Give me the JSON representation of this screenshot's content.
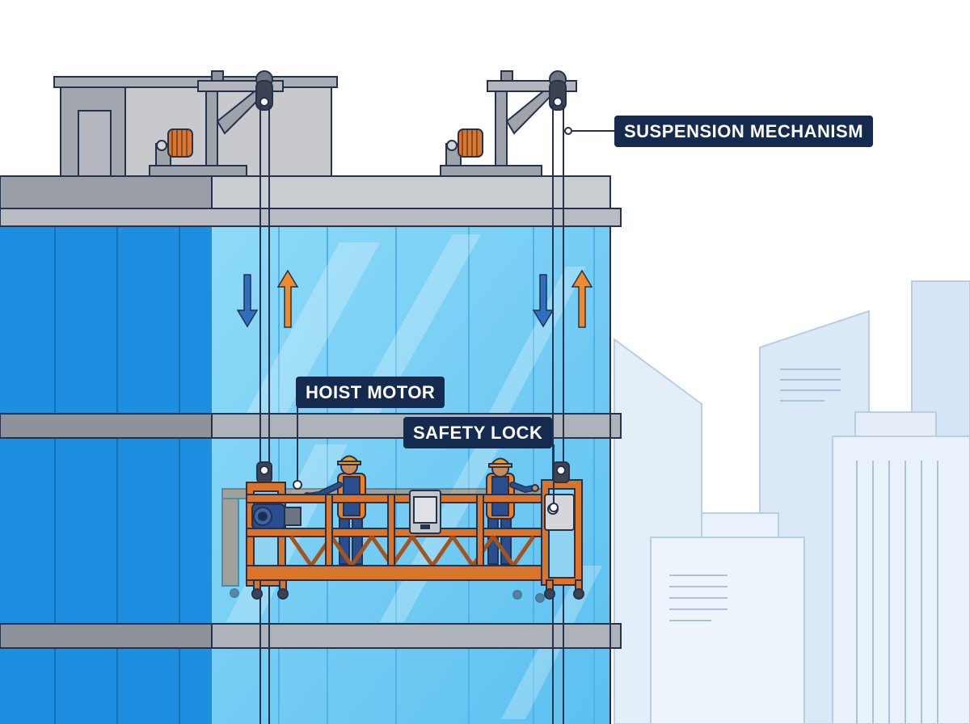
{
  "labels": {
    "suspension": "SUSPENSION MECHANISM",
    "hoist": "HOIST MOTOR",
    "safety": "SAFETY LOCK"
  },
  "colors": {
    "sky_building": "#dbe9f7",
    "facade_dark": "#1e8ee0",
    "facade_glass": "#7fd0f5",
    "slab_gray": "#a5a9b0",
    "roof_unit": "#c7c9cd",
    "outline": "#24324d",
    "platform_orange": "#d9742a",
    "vest_orange": "#ef7d22",
    "helmet_orange": "#f29a20",
    "arrow_down": "#2f6fbf",
    "arrow_up": "#ef8a2a",
    "label_bg": "#152a4f"
  },
  "icons": [
    "arrow-down-icon",
    "arrow-up-icon",
    "winch-icon",
    "hoist-motor-icon",
    "control-box-icon",
    "safety-lock-icon"
  ]
}
